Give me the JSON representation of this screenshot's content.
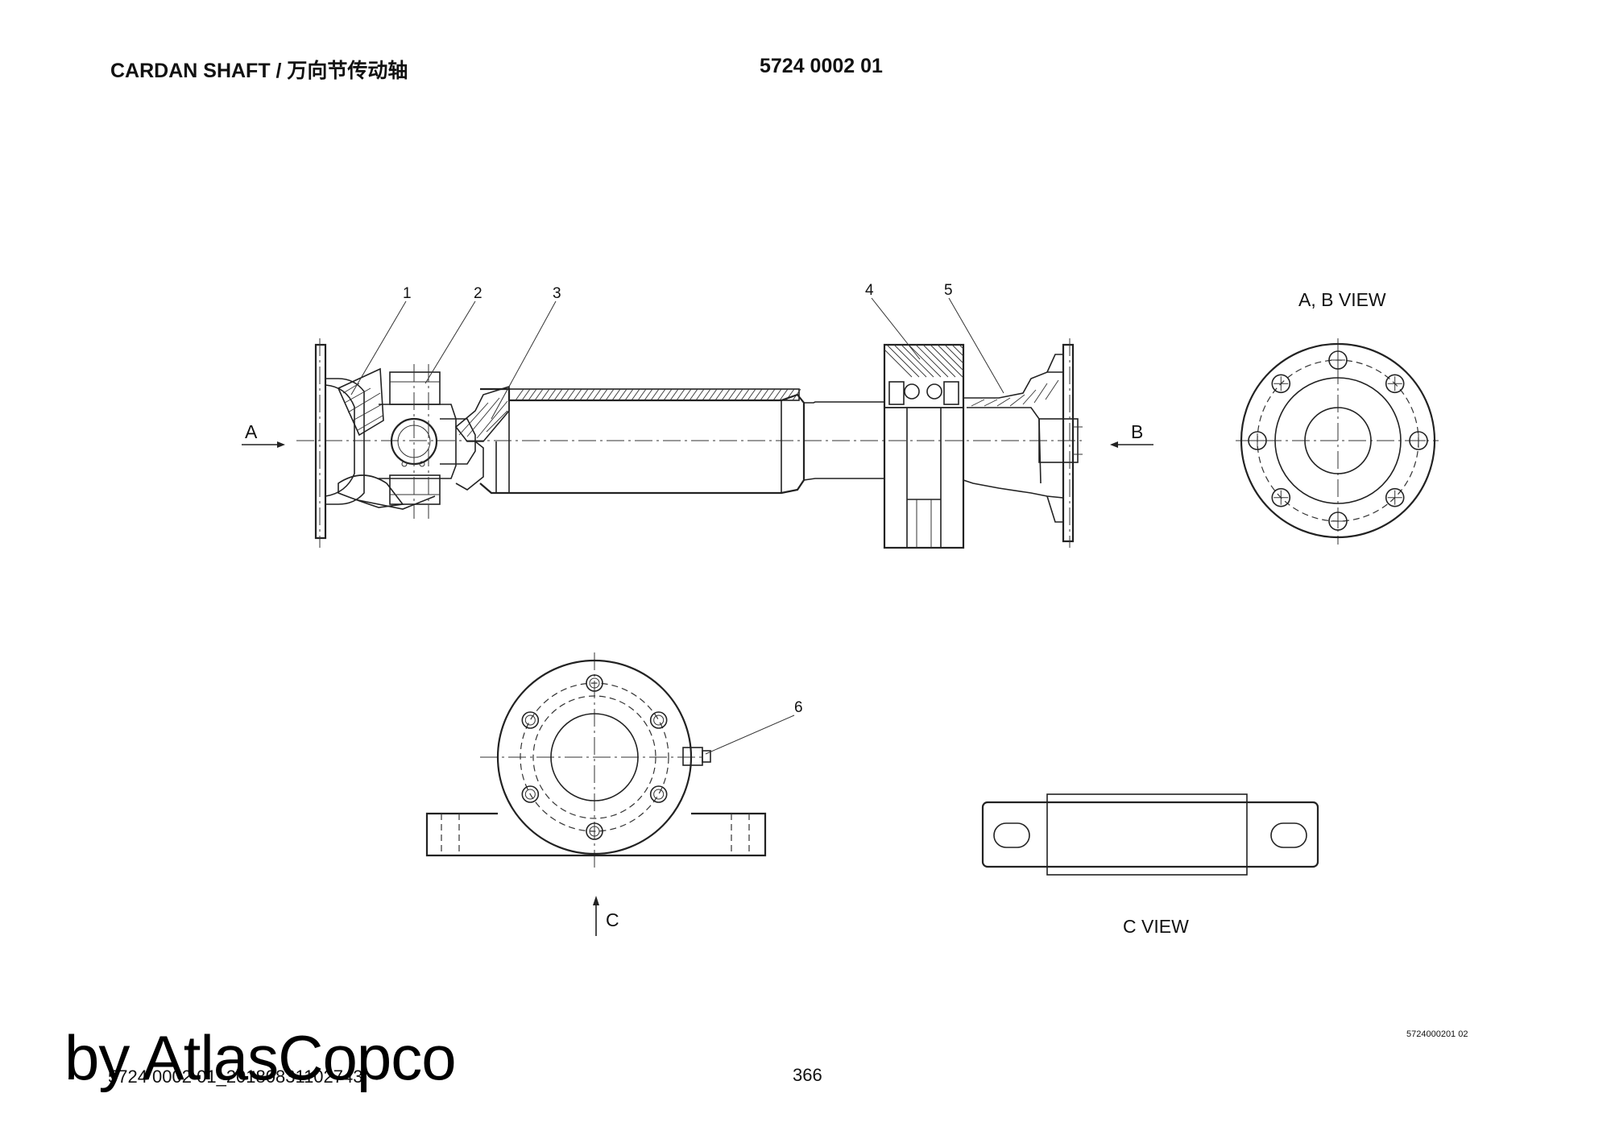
{
  "header": {
    "title": "CARDAN SHAFT / 万向节传动轴",
    "part_number": "5724 0002 01"
  },
  "views": {
    "ab_view_label": "A, B VIEW",
    "c_view_label": "C VIEW",
    "arrow_a": "A",
    "arrow_b": "B",
    "arrow_c": "C"
  },
  "callouts": [
    "1",
    "2",
    "3",
    "4",
    "5",
    "6"
  ],
  "footer": {
    "doc_ref": "5724000201 02",
    "file_name": "5724 0002 01_20180831102743",
    "page_number": "366",
    "watermark": "by AtlasCopco"
  }
}
